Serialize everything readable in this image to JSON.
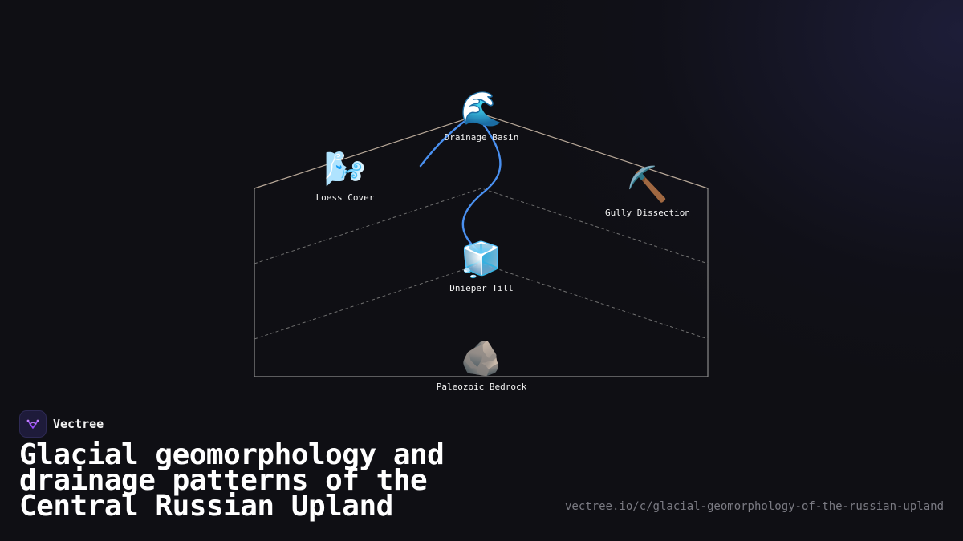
{
  "diagram": {
    "nodes": {
      "drainage_basin": {
        "icon": "wave-icon",
        "glyph": "🌊",
        "label": "Drainage Basin"
      },
      "loess_cover": {
        "icon": "wind-icon",
        "glyph": "🌬️",
        "label": "Loess Cover"
      },
      "gully_dissection": {
        "icon": "pick-icon",
        "glyph": "⛏️",
        "label": "Gully Dissection"
      },
      "dnieper_till": {
        "icon": "ice-cube-icon",
        "glyph": "🧊",
        "label": "Dnieper Till"
      },
      "paleozoic_bedrock": {
        "icon": "rock-icon",
        "glyph": "🪨",
        "label": "Paleozoic Bedrock"
      }
    },
    "colors": {
      "roof_line": "#b8a898",
      "frame_line": "#8a8a8a",
      "dashed_line": "#6f6f6f",
      "river": "#4a90f0"
    }
  },
  "brand": {
    "name": "Vectree",
    "logo_icon": "vectree-logo-icon",
    "accent": "#9b4dff"
  },
  "title": "Glacial geomorphology and drainage patterns of the Central Russian Upland",
  "url": "vectree.io/c/glacial-geomorphology-of-the-russian-upland"
}
